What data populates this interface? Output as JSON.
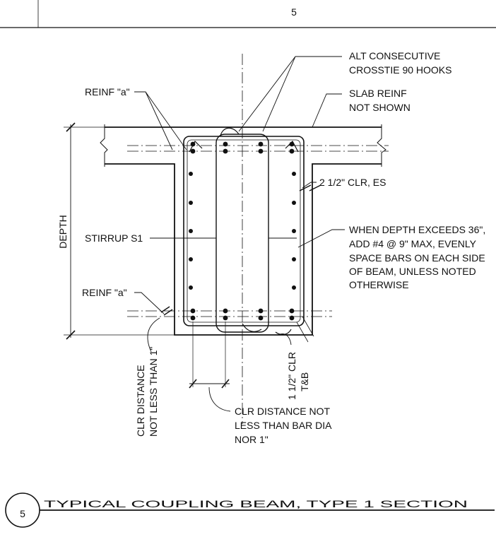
{
  "header": {
    "sheet_number": "5"
  },
  "callouts": {
    "alt_consecutive_crosstie": [
      "ALT CONSECUTIVE",
      "CROSSTIE 90 HOOKS"
    ],
    "slab_reinf": [
      "SLAB REINF",
      "NOT SHOWN"
    ],
    "reinf_a_top": "REINF \"a\"",
    "reinf_a_bottom": "REINF \"a\"",
    "clr_es": "2 1/2\" CLR, ES",
    "depth": "DEPTH",
    "stirrup": "STIRRUP S1",
    "depth_note": [
      "WHEN DEPTH EXCEEDS 36\",",
      "ADD #4 @ 9\" MAX, EVENLY",
      "SPACE BARS ON EACH SIDE",
      "OF BEAM, UNLESS NOTED",
      "OTHERWISE"
    ],
    "clr_tb": [
      "1 1/2\" CLR",
      "T&B"
    ],
    "clr_distance_1": [
      "CLR DISTANCE",
      "NOT LESS THAN 1\""
    ],
    "clr_distance_bar": [
      "CLR DISTANCE NOT",
      "LESS THAN BAR DIA",
      "NOR 1\""
    ]
  },
  "title_block": {
    "detail_number": "5",
    "title": "TYPICAL COUPLING BEAM, TYPE 1 SECTION"
  }
}
